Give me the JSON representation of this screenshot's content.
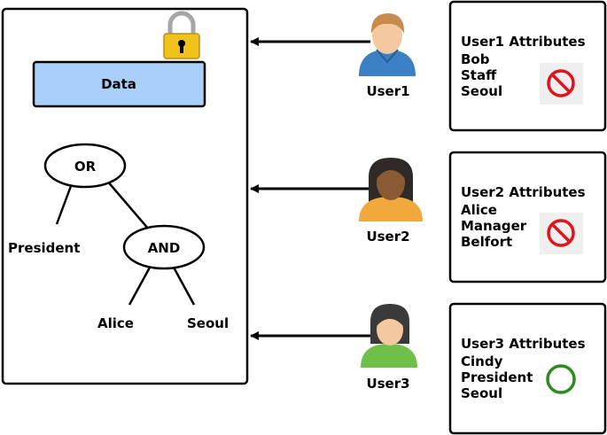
{
  "container": {
    "data_label": "Data",
    "data_box_color": "#a8d0fb",
    "lock_color": "#f1c21b"
  },
  "policy_tree": {
    "root": "OR",
    "or_left_leaf": "President",
    "and_node": "AND",
    "and_left_leaf": "Alice",
    "and_right_leaf": "Seoul"
  },
  "users": [
    {
      "label": "User1",
      "attributes_title": "User1 Attributes",
      "attributes": [
        "Bob",
        "Staff",
        "Seoul"
      ],
      "access": "denied",
      "shirt_color": "#3b7fc4",
      "hair_color": "#c98b4b",
      "skin_color": "#f5c9a0"
    },
    {
      "label": "User2",
      "attributes_title": "User2 Attributes",
      "attributes": [
        "Alice",
        "Manager",
        "Belfort"
      ],
      "access": "denied",
      "shirt_color": "#f2a93b",
      "hair_color": "#2f2a26",
      "skin_color": "#8a5a33"
    },
    {
      "label": "User3",
      "attributes_title": "User3 Attributes",
      "attributes": [
        "Cindy",
        "President",
        "Seoul"
      ],
      "access": "granted",
      "shirt_color": "#6fbf4a",
      "hair_color": "#3a3a3a",
      "skin_color": "#f5c9a0"
    }
  ],
  "status_icons": {
    "denied": "prohibited-icon",
    "granted": "circle-ok-icon",
    "denied_color": "#e0141e",
    "granted_color": "#2e8b1e"
  }
}
